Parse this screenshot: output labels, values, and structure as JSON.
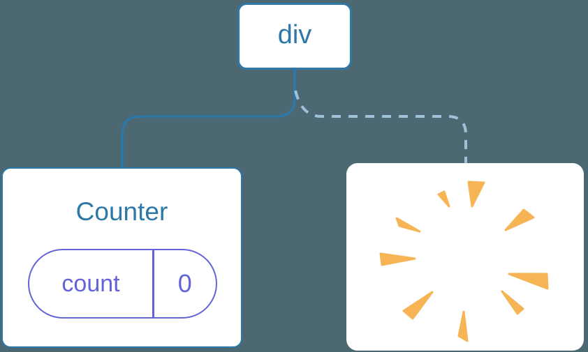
{
  "diagram": {
    "description": "React component tree diagram: a div root node keeps state for Counter child while the other child is removed (poof)",
    "colors": {
      "background": "#4C6872",
      "primary_blue": "#2D78A7",
      "dashed_blue": "#9FC2DA",
      "state_purple": "#6464D8",
      "poof_amber": "#F6B455",
      "card_white": "#FFFFFF"
    },
    "tree": {
      "root": {
        "label": "div"
      },
      "children": [
        {
          "type": "component",
          "title": "Counter",
          "state": {
            "name": "count",
            "value": "0"
          },
          "link_style": "solid"
        },
        {
          "type": "removed",
          "icon": "poof-icon",
          "link_style": "dashed"
        }
      ]
    }
  }
}
